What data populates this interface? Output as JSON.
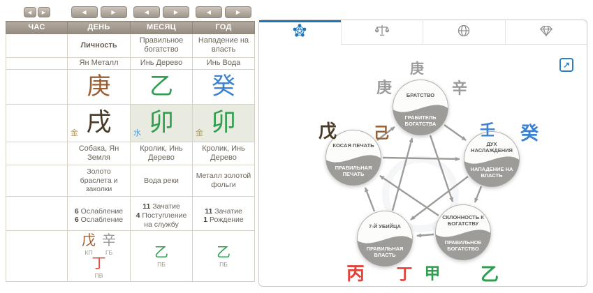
{
  "colors": {
    "accent_blue": "#1b75bb",
    "wood_green": "#2f9e4f",
    "fire_red": "#e0453c",
    "earth_brown": "#9a6034",
    "metal_gray": "#9b9b9b",
    "water_blue": "#3b82d0",
    "header_bg": "#a49b91",
    "node_gray": "#9e9c98",
    "highlight_bg": "#e9ebe1"
  },
  "pillars": {
    "nav_prev": "◀",
    "nav_next": "▶",
    "headers": [
      "ЧАС",
      "ДЕНЬ",
      "МЕСЯЦ",
      "ГОД"
    ],
    "deities": [
      "Личность",
      "Правильное богатство",
      "Нападение на власть"
    ],
    "polarities": [
      "Ян Металл",
      "Инь Дерево",
      "Инь Вода"
    ],
    "stems": [
      "庚",
      "乙",
      "癸"
    ],
    "branches": [
      {
        "char": "戌",
        "mark": "金"
      },
      {
        "char": "卯",
        "mark": "水"
      },
      {
        "char": "卯",
        "mark": "金"
      }
    ],
    "animals": [
      "Собака, Ян Земля",
      "Кролик, Инь Дерево",
      "Кролик, Инь Дерево"
    ],
    "nayins": [
      "Золото браслета и заколки",
      "Вода реки",
      "Металл золотой фольги"
    ],
    "stages": {
      "day": [
        {
          "num": "6",
          "label": "Ослабление"
        },
        {
          "num": "6",
          "label": "Ослабление"
        }
      ],
      "month": [
        {
          "num": "11",
          "label": "Зачатие"
        },
        {
          "num": "4",
          "label": "Поступление на службу"
        }
      ],
      "year": [
        {
          "num": "11",
          "label": "Зачатие"
        },
        {
          "num": "1",
          "label": "Рождение"
        }
      ]
    },
    "hidden_stems": {
      "day": [
        {
          "char": "戊",
          "god": "КП"
        },
        {
          "char": "辛",
          "god": "ГБ"
        },
        {
          "char": "丁",
          "god": "ПВ"
        }
      ],
      "month": [
        {
          "char": "乙",
          "god": "ПБ"
        }
      ],
      "year": [
        {
          "char": "乙",
          "god": "ПБ"
        }
      ]
    }
  },
  "panel": {
    "tab_icons": [
      "ten-gods-chart",
      "scales",
      "globe",
      "diamond"
    ],
    "expand_glyph": "↗",
    "nodes": {
      "friends": {
        "top": "БРАТСТВО",
        "bottom": "ГРАБИТЕЛЬ БОГАТСТВА"
      },
      "resource": {
        "top": "КОСАЯ ПЕЧАТЬ",
        "bottom": "ПРАВИЛЬНАЯ ПЕЧАТЬ"
      },
      "output": {
        "top": "ДУХ НАСЛАЖДЕНИЯ",
        "bottom": "НАПАДЕНИЕ НА ВЛАСТЬ"
      },
      "power": {
        "top": "7-й УБИЙЦА",
        "bottom": "ПРАВИЛЬНАЯ ВЛАСТЬ"
      },
      "wealth": {
        "top": "СКЛОННОСТЬ К БОГАТСТВУ",
        "bottom": "ПРАВИЛЬНОЕ БОГАТСТВО"
      }
    },
    "stems": {
      "metal_day_master": "庚",
      "metal_yang": "庚",
      "metal_yin": "辛",
      "earth_yang": "戊",
      "earth_yin": "己",
      "water_yang": "壬",
      "water_yin": "癸",
      "fire_yang": "丙",
      "fire_yin": "丁",
      "wood_yang": "甲",
      "wood_yin": "乙"
    }
  }
}
